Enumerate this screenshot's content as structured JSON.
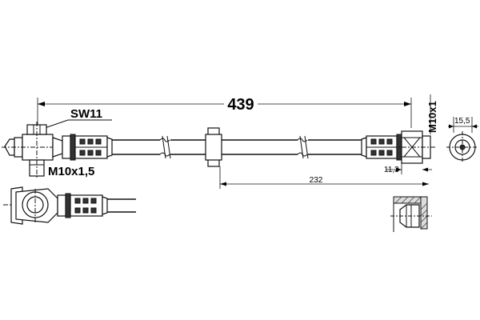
{
  "drawing": {
    "overall_length": "439",
    "wrench_size": "SW11",
    "thread_left": "M10x1,5",
    "thread_right": "M10x1",
    "diameter": "15,5",
    "fitting_length": "11,3",
    "sleeve_position": "232"
  }
}
